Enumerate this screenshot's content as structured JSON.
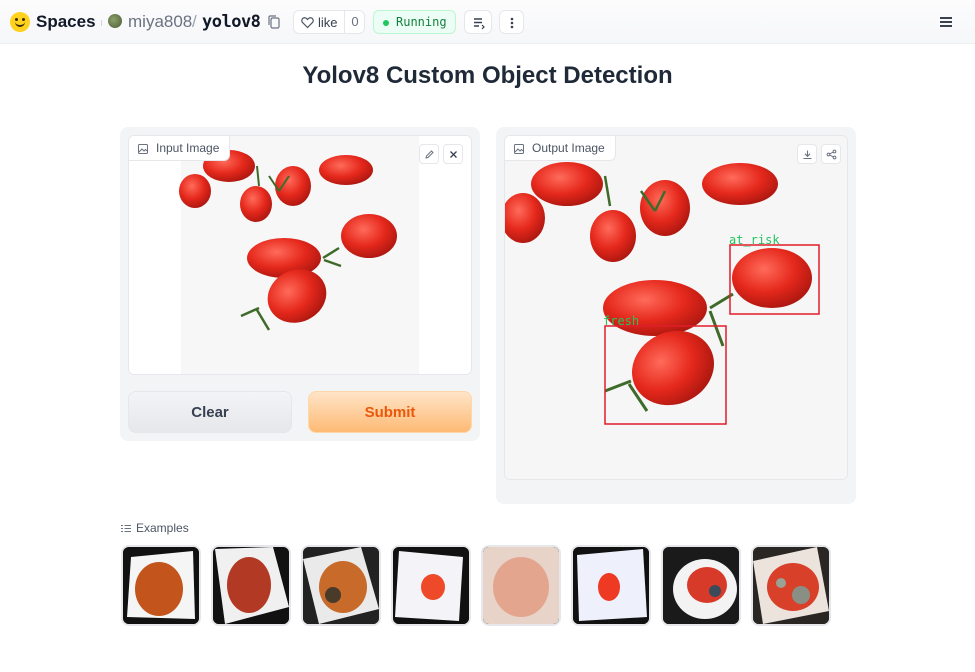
{
  "header": {
    "brand": "Spaces",
    "owner": "miya808",
    "separator": "/",
    "repo": "yolov8",
    "like_label": "like",
    "like_count": "0",
    "status": "Running"
  },
  "page": {
    "title": "Yolov8 Custom Object Detection"
  },
  "input_panel": {
    "label": "Input Image",
    "clear_label": "Clear",
    "submit_label": "Submit"
  },
  "output_panel": {
    "label": "Output Image",
    "detections": [
      {
        "label": "at_risk"
      },
      {
        "label": "fresh"
      }
    ]
  },
  "examples": {
    "label": "Examples",
    "count": 8
  },
  "colors": {
    "accent": "#ea580c",
    "status_green": "#15803d",
    "detection_box": "#e11d2a",
    "detection_text": "#22c55e"
  }
}
